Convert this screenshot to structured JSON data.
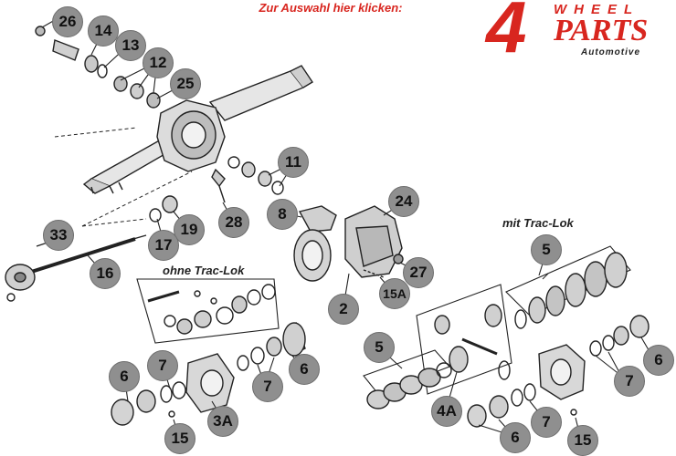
{
  "header": {
    "link_text": "Zur Auswahl hier klicken:"
  },
  "logo": {
    "four": "4",
    "wheel": "WHEEL",
    "parts": "PARTS",
    "automotive": "Automotive"
  },
  "sections": {
    "without_traclok": "ohne Trac-Lok",
    "with_traclok": "mit Trac-Lok"
  },
  "colors": {
    "accent": "#d8261f",
    "callout_fill": "#8f8f8f",
    "line": "#222222"
  },
  "callouts": [
    {
      "id": "26",
      "label": "26"
    },
    {
      "id": "14",
      "label": "14"
    },
    {
      "id": "13",
      "label": "13"
    },
    {
      "id": "12",
      "label": "12"
    },
    {
      "id": "25",
      "label": "25"
    },
    {
      "id": "11",
      "label": "11"
    },
    {
      "id": "24",
      "label": "24"
    },
    {
      "id": "8",
      "label": "8"
    },
    {
      "id": "28",
      "label": "28"
    },
    {
      "id": "19",
      "label": "19"
    },
    {
      "id": "17",
      "label": "17"
    },
    {
      "id": "33",
      "label": "33"
    },
    {
      "id": "16",
      "label": "16"
    },
    {
      "id": "27",
      "label": "27"
    },
    {
      "id": "15A",
      "label": "15A"
    },
    {
      "id": "2",
      "label": "2"
    },
    {
      "id": "5-left",
      "label": "5"
    },
    {
      "id": "5-right",
      "label": "5"
    },
    {
      "id": "7-a",
      "label": "7"
    },
    {
      "id": "7-b",
      "label": "7"
    },
    {
      "id": "7-c",
      "label": "7"
    },
    {
      "id": "7-d",
      "label": "7"
    },
    {
      "id": "6-a",
      "label": "6"
    },
    {
      "id": "6-b",
      "label": "6"
    },
    {
      "id": "6-c",
      "label": "6"
    },
    {
      "id": "6-d",
      "label": "6"
    },
    {
      "id": "3A",
      "label": "3A"
    },
    {
      "id": "15-a",
      "label": "15"
    },
    {
      "id": "15-b",
      "label": "15"
    },
    {
      "id": "4A",
      "label": "4A"
    }
  ]
}
